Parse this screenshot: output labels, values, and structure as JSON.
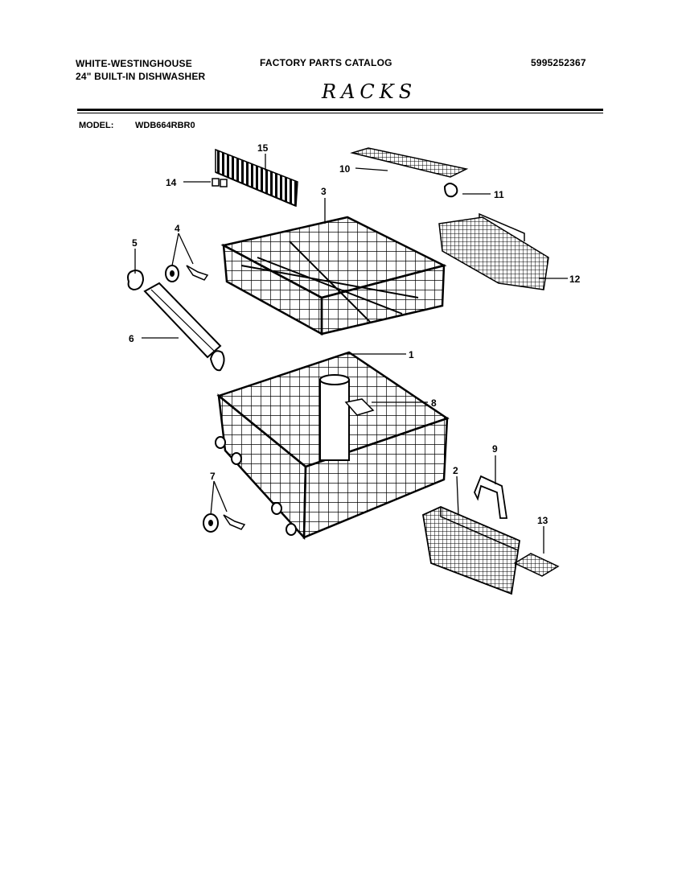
{
  "header": {
    "brand_line1": "WHITE-WESTINGHOUSE",
    "brand_line2": "24\" BUILT-IN DISHWASHER",
    "catalog_title": "FACTORY PARTS CATALOG",
    "part_number": "5995252367",
    "section_handwritten": "RACKS"
  },
  "model": {
    "label": "MODEL:",
    "value": "WDB664RBR0"
  },
  "callouts": {
    "c1": "1",
    "c2": "2",
    "c3": "3",
    "c4": "4",
    "c5": "5",
    "c6": "6",
    "c7": "7",
    "c8": "8",
    "c9": "9",
    "c10": "10",
    "c11": "11",
    "c12": "12",
    "c13": "13",
    "c14": "14",
    "c15": "15"
  }
}
